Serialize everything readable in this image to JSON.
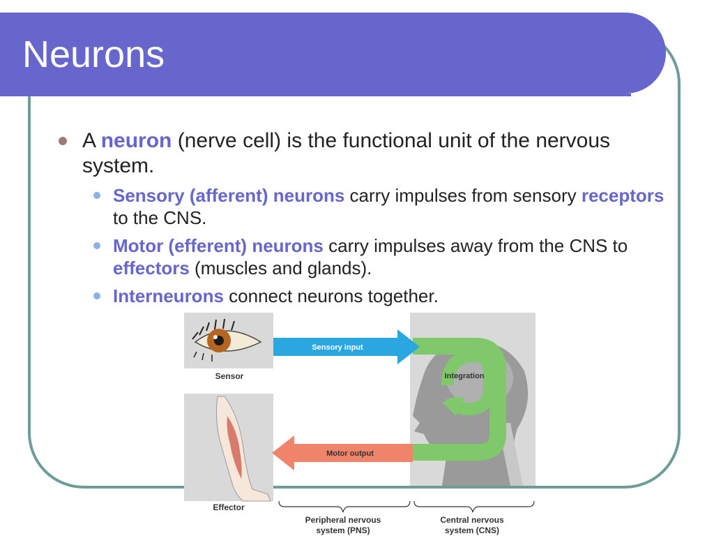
{
  "slide": {
    "title": "Neurons",
    "bullet_main": {
      "pre": "A ",
      "term": "neuron",
      "post": " (nerve cell) is the functional unit of the nervous system."
    },
    "sub_bullets": [
      {
        "term": "Sensory (afferent) neurons",
        "mid": " carry impulses from sensory ",
        "term2": "receptors",
        "post": " to the CNS."
      },
      {
        "term": "Motor (efferent) neurons",
        "mid": " carry impulses away from the CNS to ",
        "term2": "effectors",
        "post": " (muscles and glands)."
      },
      {
        "term": "Interneurons",
        "mid": " connect neurons together.",
        "term2": "",
        "post": ""
      }
    ]
  },
  "figure": {
    "sensor_label": "Sensor",
    "effector_label": "Effector",
    "sensory_arrow_label": "Sensory input",
    "motor_arrow_label": "Motor output",
    "integration_label": "Integration",
    "pns_label_line1": "Peripheral nervous",
    "pns_label_line2": "system (PNS)",
    "cns_label_line1": "Central nervous",
    "cns_label_line2": "system (CNS)"
  },
  "colors": {
    "title_bar": "#6666cc",
    "frame": "#6e9c98",
    "highlight": "#6666cc",
    "sensory_arrow": "#2aa7e0",
    "motor_arrow": "#f0846a",
    "integration_loop": "#7fc96a"
  }
}
